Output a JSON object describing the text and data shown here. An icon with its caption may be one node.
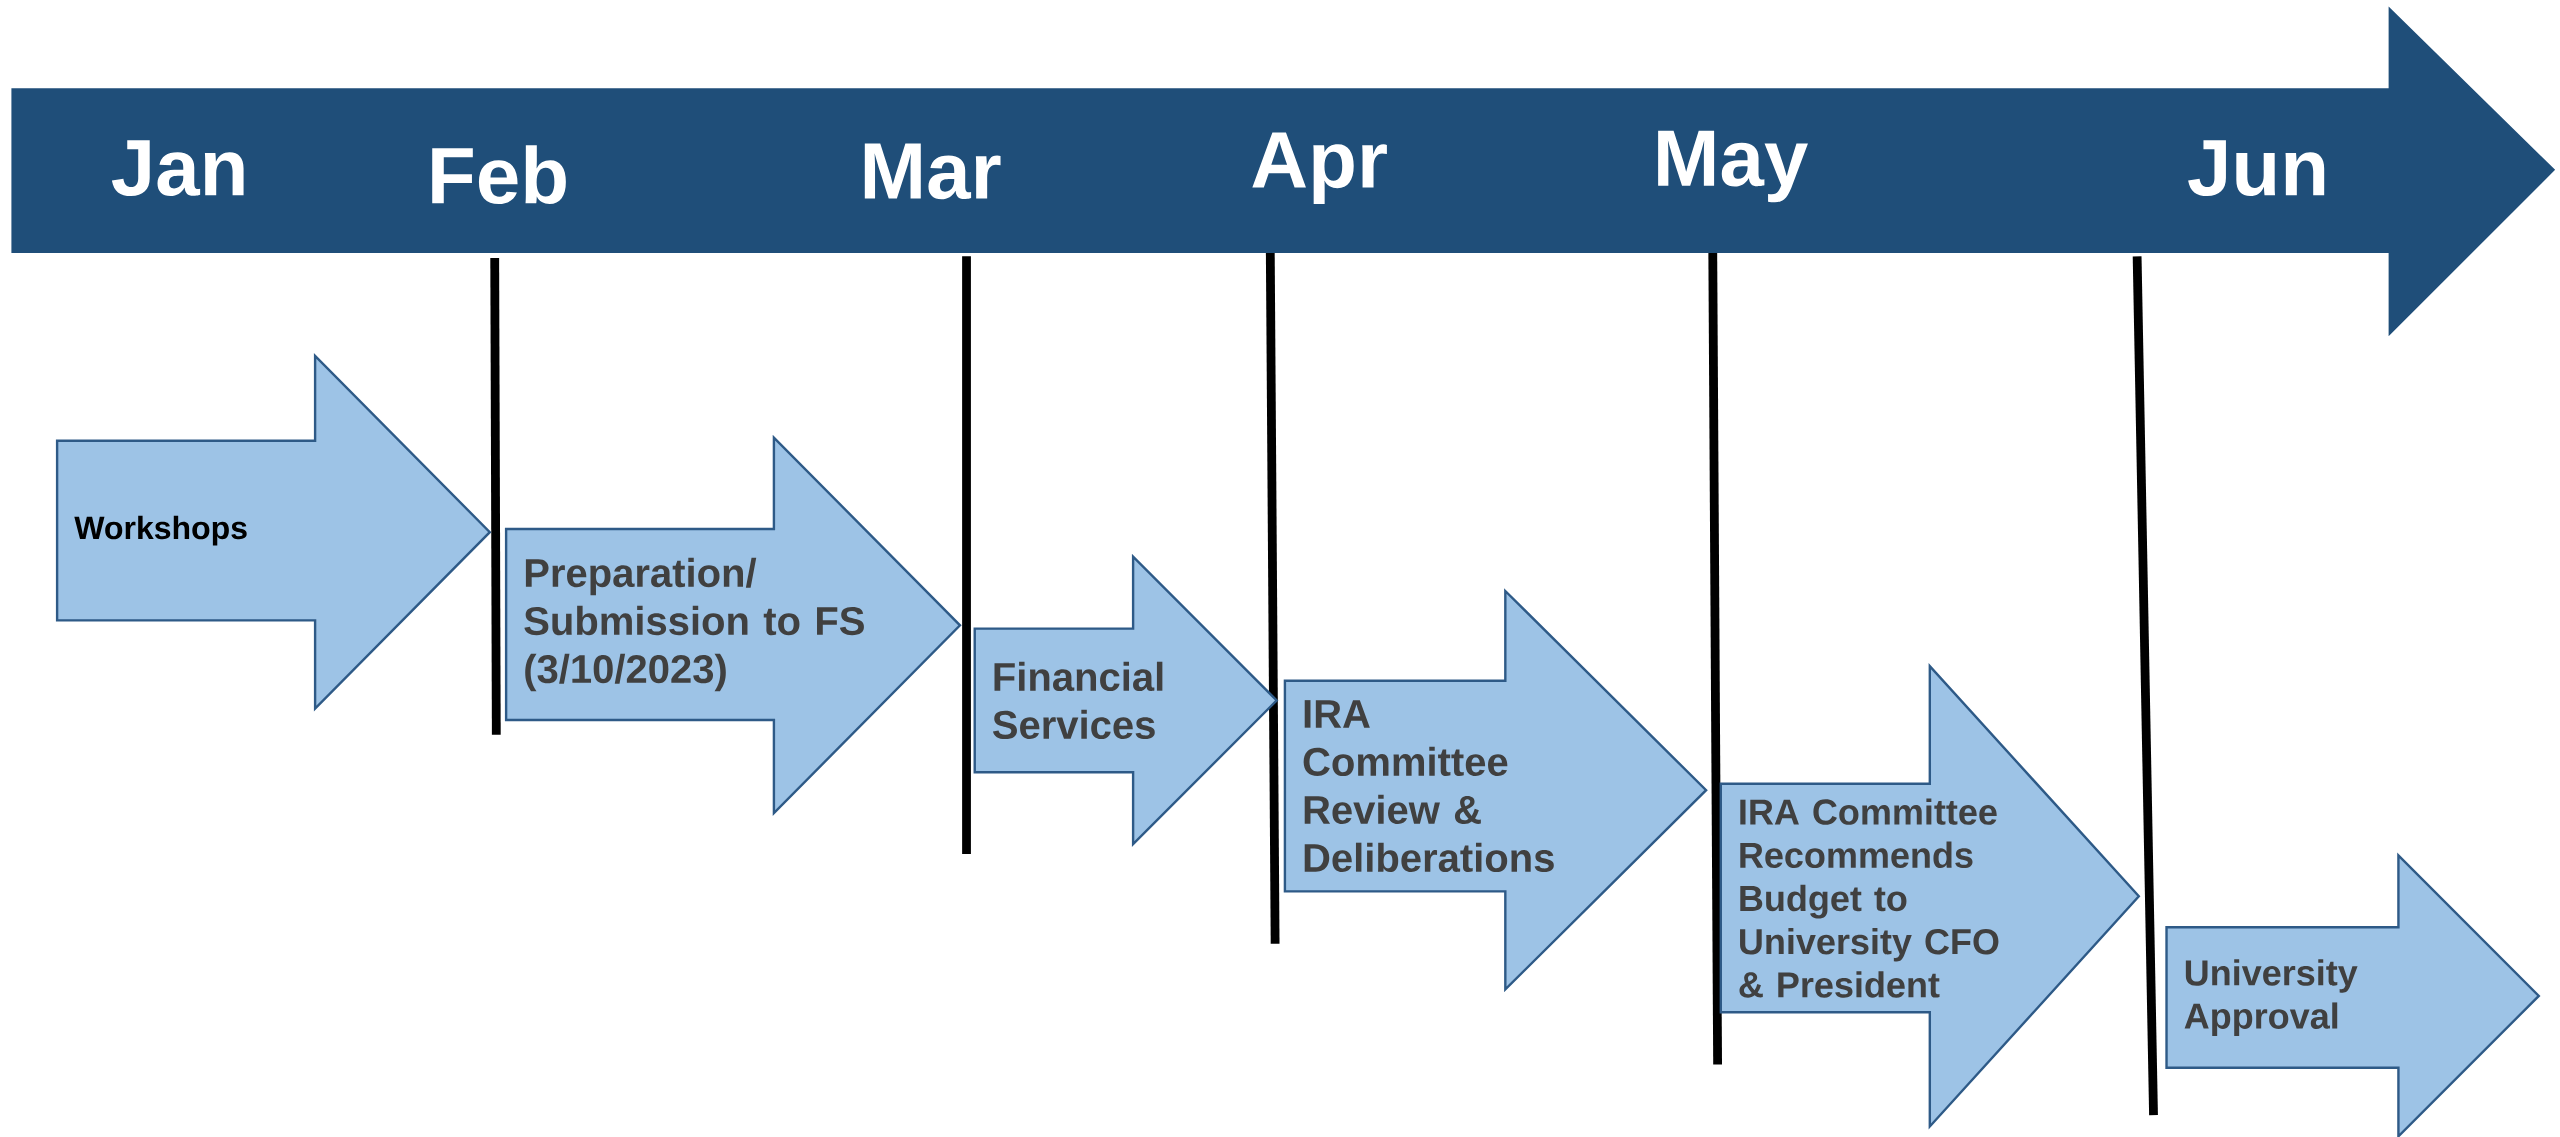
{
  "diagram": {
    "nodes": [
      {
        "text": [
          "Jan",
          "Feb",
          "Mar",
          "Apr",
          "May",
          "Jun"
        ]
      },
      {
        "text": [
          "Workshops"
        ]
      },
      {
        "text": [
          "Preparation/ Submission to FS (3/10/2023)"
        ]
      },
      {
        "text": [
          "Financial Services"
        ]
      },
      {
        "text": [
          "IRA Committee Review & Deliberations"
        ]
      },
      {
        "text": [
          "IRA Committee Recommends Budget to University CFO & President"
        ]
      },
      {
        "text": [
          "University Approval"
        ]
      }
    ]
  }
}
